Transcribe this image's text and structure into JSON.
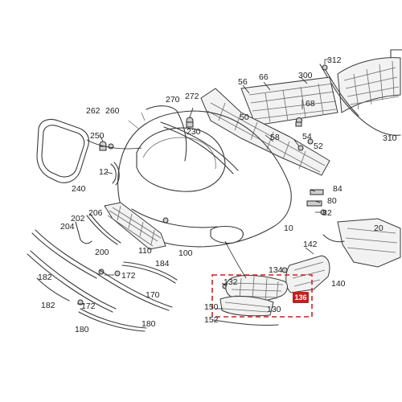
{
  "diagram": {
    "labels": {
      "l312": "312",
      "l300": "300",
      "l56": "56",
      "l66": "66",
      "l68": "68",
      "l270": "270",
      "l272": "272",
      "l262": "262",
      "l260": "260",
      "l250": "250",
      "l230": "230",
      "l50": "50",
      "l58": "58",
      "l54": "54",
      "l52": "52",
      "l310": "310",
      "l12": "12",
      "l240": "240",
      "l206": "206",
      "l202": "202",
      "l204": "204",
      "l84": "84",
      "l80": "80",
      "l82": "82",
      "l10": "10",
      "l20": "20",
      "l200": "200",
      "l110": "110",
      "l100": "100",
      "l142": "142",
      "l184": "184",
      "l172a": "172",
      "l134": "134",
      "l182a": "182",
      "l132": "132",
      "l140": "140",
      "l170": "170",
      "l182b": "182",
      "l172b": "172",
      "l150": "150",
      "l130": "130",
      "l152": "152",
      "l180": "180"
    },
    "highlight": {
      "part_number": "136",
      "color": "#c81e1e"
    }
  }
}
